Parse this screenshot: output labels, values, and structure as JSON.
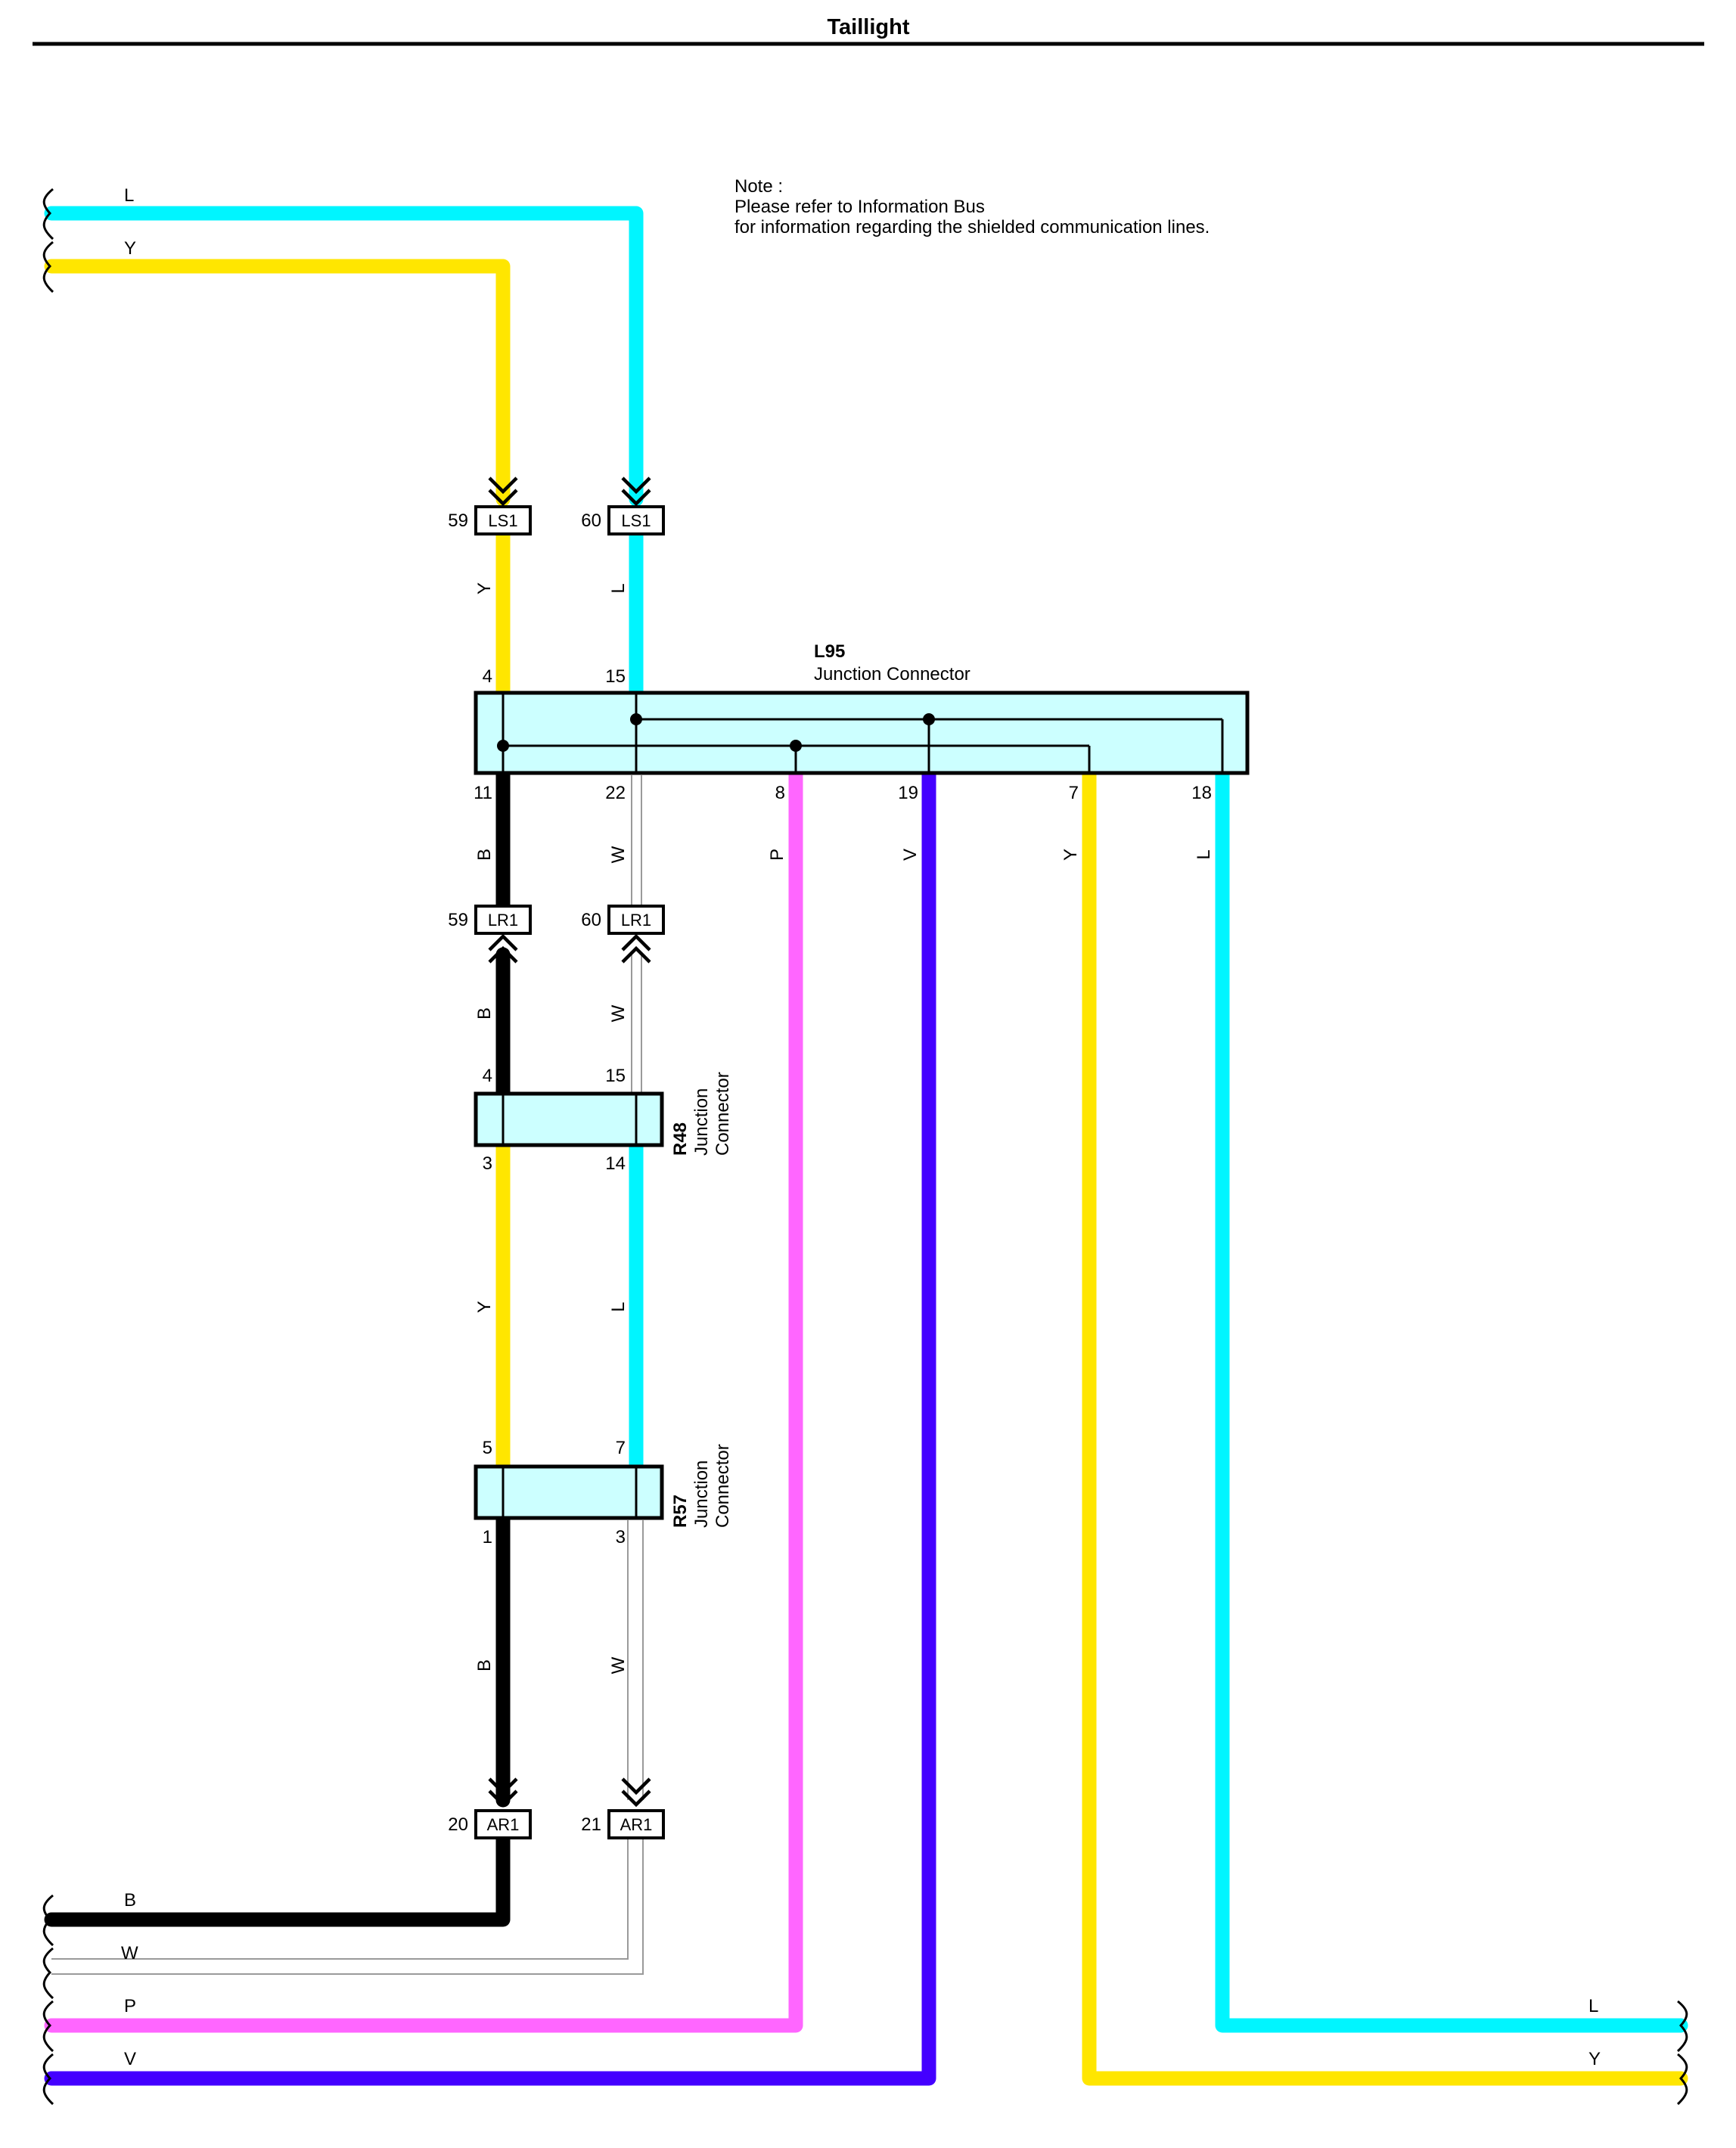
{
  "title": "Taillight",
  "note": {
    "line1": "Note :",
    "line2": "Please refer to Information Bus",
    "line3": "for information regarding the shielded communication lines."
  },
  "colors": {
    "L": "#00f5ff",
    "Y": "#ffe600",
    "B": "#000000",
    "W": "#9a9a9a",
    "P": "#ff66ff",
    "V": "#4400ff",
    "connector_fill": "#ccffff"
  },
  "wire_codes": {
    "L": "L",
    "Y": "Y",
    "B": "B",
    "W": "W",
    "P": "P",
    "V": "V"
  },
  "connectors": {
    "ls1_left": {
      "pin": "59",
      "name": "LS1"
    },
    "ls1_right": {
      "pin": "60",
      "name": "LS1"
    },
    "lr1_left": {
      "pin": "59",
      "name": "LR1"
    },
    "lr1_right": {
      "pin": "60",
      "name": "LR1"
    },
    "ar1_left": {
      "pin": "20",
      "name": "AR1"
    },
    "ar1_right": {
      "pin": "21",
      "name": "AR1"
    }
  },
  "l95": {
    "id": "L95",
    "name": "Junction Connector",
    "top_pins": [
      "4",
      "15"
    ],
    "bottom_pins": [
      "11",
      "22",
      "8",
      "19",
      "7",
      "18"
    ]
  },
  "r48": {
    "id": "R48",
    "line1": "Junction",
    "line2": "Connector",
    "top_pins": [
      "4",
      "15"
    ],
    "bottom_pins": [
      "3",
      "14"
    ]
  },
  "r57": {
    "id": "R57",
    "line1": "Junction",
    "line2": "Connector",
    "top_pins": [
      "5",
      "7"
    ],
    "bottom_pins": [
      "1",
      "3"
    ]
  }
}
